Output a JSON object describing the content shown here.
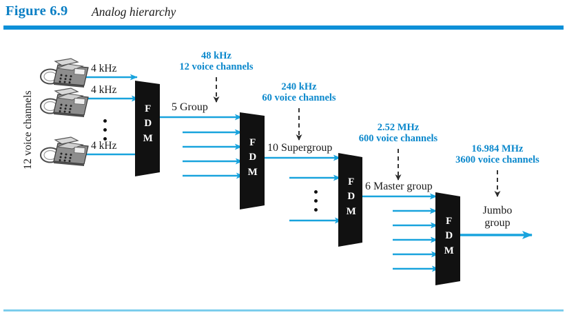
{
  "figure": {
    "number": "Figure 6.9",
    "caption": "Analog hierarchy"
  },
  "left_axis_label": "12 voice channels",
  "input_labels": [
    {
      "text": "4 kHz"
    },
    {
      "text": "4 kHz"
    },
    {
      "text": "4 kHz"
    }
  ],
  "stages": [
    {
      "name": "fdm-1",
      "letters_line1": "F",
      "letters_line2": "D",
      "letters_line3": "M",
      "callout_freq": "48 kHz",
      "callout_channels": "12 voice channels",
      "output_label": "5 Group"
    },
    {
      "name": "fdm-2",
      "letters_line1": "F",
      "letters_line2": "D",
      "letters_line3": "M",
      "callout_freq": "240 kHz",
      "callout_channels": "60 voice channels",
      "output_label": "10 Supergroup"
    },
    {
      "name": "fdm-3",
      "letters_line1": "F",
      "letters_line2": "D",
      "letters_line3": "M",
      "callout_freq": "2.52 MHz",
      "callout_channels": "600 voice channels",
      "output_label": "6 Master group"
    },
    {
      "name": "fdm-4",
      "letters_line1": "F",
      "letters_line2": "D",
      "letters_line3": "M",
      "callout_freq": "16.984 MHz",
      "callout_channels": "3600 voice channels",
      "output_label_line1": "Jumbo",
      "output_label_line2": "group"
    }
  ],
  "colors": {
    "accent_blue": "#0b88cc",
    "rule_blue": "#0d90d8",
    "footer_blue": "#7ccdec",
    "arrow_blue": "#18a3dd",
    "box_black": "#111111",
    "text_black": "#1a1a1a"
  },
  "icons": {
    "telephone": "telephone-icon",
    "vertical_ellipsis": "vertical-ellipsis-icon",
    "dashed_arrow": "dashed-down-arrow-icon"
  }
}
